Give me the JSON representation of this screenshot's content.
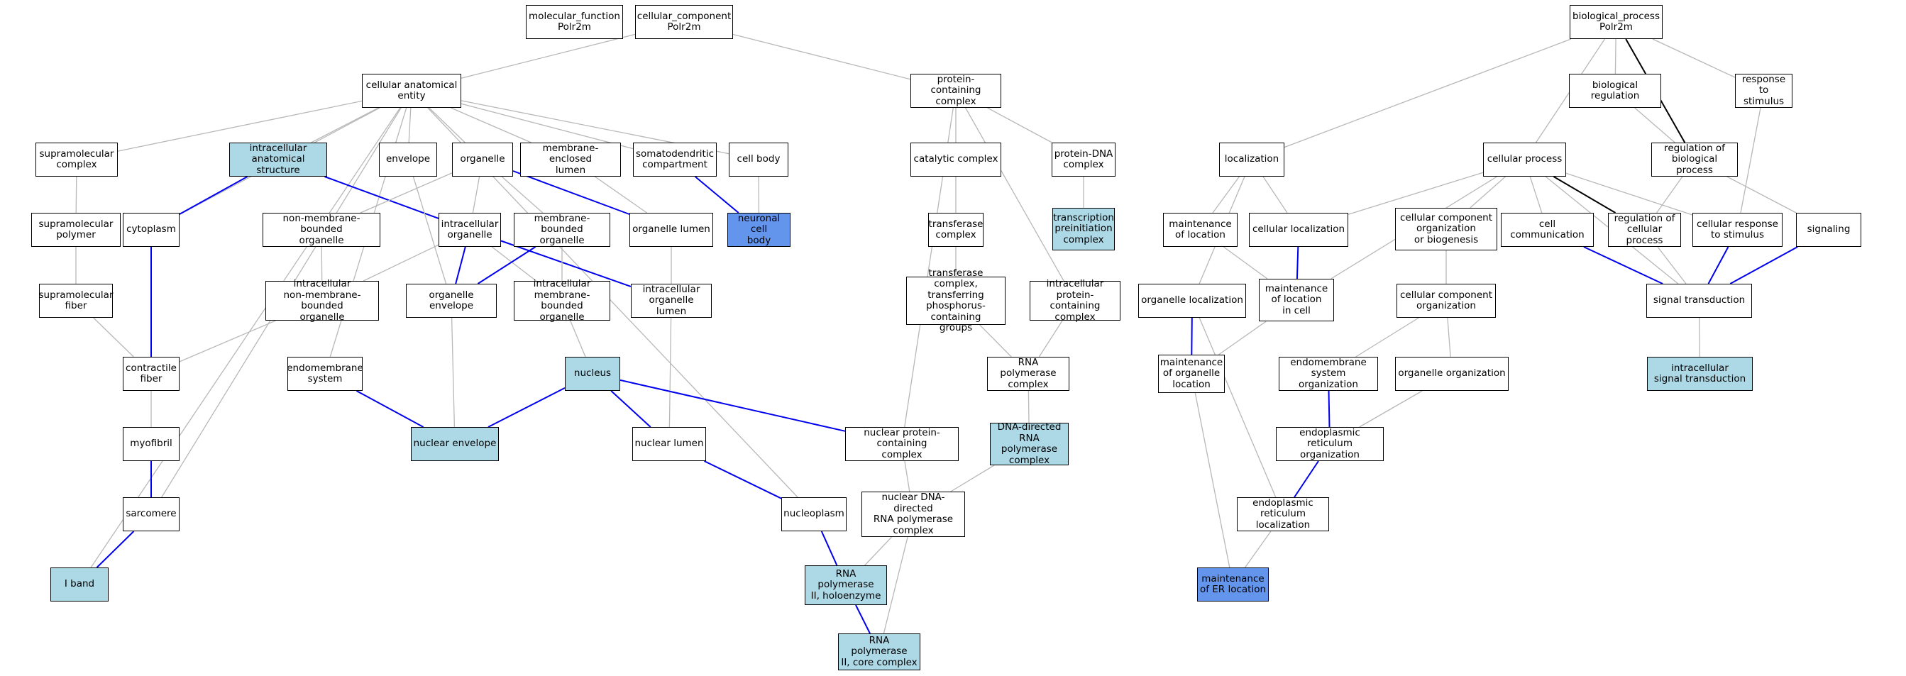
{
  "colors": {
    "white": "#ffffff",
    "light": "#add8e6",
    "blue": "#6495ed",
    "edge_grey": "#b8b8b8",
    "edge_blue": "#0000ee",
    "edge_black": "#000000"
  },
  "nodes": {
    "mf": {
      "label": "molecular_function\nPolr2m",
      "fill": "white"
    },
    "cc": {
      "label": "cellular_component\nPolr2m",
      "fill": "white"
    },
    "bp": {
      "label": "biological_process\nPolr2m",
      "fill": "white"
    },
    "cae": {
      "label": "cellular anatomical\nentity",
      "fill": "white"
    },
    "pcc": {
      "label": "protein-containing\ncomplex",
      "fill": "white"
    },
    "breg": {
      "label": "biological regulation",
      "fill": "white"
    },
    "rts": {
      "label": "response to\nstimulus",
      "fill": "white"
    },
    "smc": {
      "label": "supramolecular\ncomplex",
      "fill": "white"
    },
    "ias": {
      "label": "intracellular\nanatomical structure",
      "fill": "light"
    },
    "env": {
      "label": "envelope",
      "fill": "white"
    },
    "org": {
      "label": "organelle",
      "fill": "white"
    },
    "mel": {
      "label": "membrane-enclosed\nlumen",
      "fill": "white"
    },
    "sdc": {
      "label": "somatodendritic\ncompartment",
      "fill": "white"
    },
    "cb": {
      "label": "cell body",
      "fill": "white"
    },
    "cat": {
      "label": "catalytic complex",
      "fill": "white"
    },
    "pdna": {
      "label": "protein-DNA\ncomplex",
      "fill": "white"
    },
    "loc": {
      "label": "localization",
      "fill": "white"
    },
    "cp": {
      "label": "cellular process",
      "fill": "white"
    },
    "rbp": {
      "label": "regulation of\nbiological process",
      "fill": "white"
    },
    "smp": {
      "label": "supramolecular\npolymer",
      "fill": "white"
    },
    "cyto": {
      "label": "cytoplasm",
      "fill": "white"
    },
    "nmbo": {
      "label": "non-membrane-bounded\norganelle",
      "fill": "white"
    },
    "io": {
      "label": "intracellular\norganelle",
      "fill": "white"
    },
    "mbo": {
      "label": "membrane-bounded\norganelle",
      "fill": "white"
    },
    "ol": {
      "label": "organelle lumen",
      "fill": "white"
    },
    "ncb": {
      "label": "neuronal cell\nbody",
      "fill": "blue"
    },
    "tc": {
      "label": "transferase\ncomplex",
      "fill": "white"
    },
    "tpic": {
      "label": "transcription\npreinitiation\ncomplex",
      "fill": "light"
    },
    "mol": {
      "label": "maintenance\nof location",
      "fill": "white"
    },
    "cl": {
      "label": "cellular localization",
      "fill": "white"
    },
    "ccob": {
      "label": "cellular component\norganization\nor biogenesis",
      "fill": "white"
    },
    "cc2": {
      "label": "cell communication",
      "fill": "white"
    },
    "rcp": {
      "label": "regulation of\ncellular process",
      "fill": "white"
    },
    "crs": {
      "label": "cellular response\nto stimulus",
      "fill": "white"
    },
    "sig": {
      "label": "signaling",
      "fill": "white"
    },
    "smf": {
      "label": "supramolecular\nfiber",
      "fill": "white"
    },
    "inmbo": {
      "label": "intracellular\nnon-membrane-bounded\norganelle",
      "fill": "white"
    },
    "oe": {
      "label": "organelle envelope",
      "fill": "white"
    },
    "imbo": {
      "label": "intracellular\nmembrane-bounded\norganelle",
      "fill": "white"
    },
    "iol": {
      "label": "intracellular\norganelle lumen",
      "fill": "white"
    },
    "tcp": {
      "label": "transferase\ncomplex, transferring\nphosphorus-containing\ngroups",
      "fill": "white"
    },
    "ipcc": {
      "label": "intracellular\nprotein-containing\ncomplex",
      "fill": "white"
    },
    "orgl": {
      "label": "organelle localization",
      "fill": "white"
    },
    "molc": {
      "label": "maintenance\nof location\nin cell",
      "fill": "white"
    },
    "cco": {
      "label": "cellular component\norganization",
      "fill": "white"
    },
    "st": {
      "label": "signal transduction",
      "fill": "white"
    },
    "cf": {
      "label": "contractile\nfiber",
      "fill": "white"
    },
    "es": {
      "label": "endomembrane\nsystem",
      "fill": "white"
    },
    "nuc": {
      "label": "nucleus",
      "fill": "light"
    },
    "rnap": {
      "label": "RNA polymerase\ncomplex",
      "fill": "white"
    },
    "molo": {
      "label": "maintenance\nof organelle\nlocation",
      "fill": "white"
    },
    "eso": {
      "label": "endomembrane\nsystem organization",
      "fill": "white"
    },
    "oorg": {
      "label": "organelle organization",
      "fill": "white"
    },
    "ist": {
      "label": "intracellular\nsignal transduction",
      "fill": "light"
    },
    "mf2": {
      "label": "myofibril",
      "fill": "white"
    },
    "ne": {
      "label": "nuclear envelope",
      "fill": "light"
    },
    "nl": {
      "label": "nuclear lumen",
      "fill": "white"
    },
    "npcc": {
      "label": "nuclear protein-containing\ncomplex",
      "fill": "white"
    },
    "ddrnap": {
      "label": "DNA-directed\nRNA polymerase\ncomplex",
      "fill": "light"
    },
    "ero": {
      "label": "endoplasmic\nreticulum organization",
      "fill": "white"
    },
    "sarc": {
      "label": "sarcomere",
      "fill": "white"
    },
    "nucp": {
      "label": "nucleoplasm",
      "fill": "white"
    },
    "ndd": {
      "label": "nuclear DNA-directed\nRNA polymerase\ncomplex",
      "fill": "white"
    },
    "erl": {
      "label": "endoplasmic\nreticulum localization",
      "fill": "white"
    },
    "iband": {
      "label": "I band",
      "fill": "light"
    },
    "rnapholo": {
      "label": "RNA polymerase\nII, holoenzyme",
      "fill": "light"
    },
    "merl": {
      "label": "maintenance\nof ER location",
      "fill": "blue"
    },
    "rnapcore": {
      "label": "RNA polymerase\nII, core complex",
      "fill": "light"
    }
  },
  "edges": [
    [
      "cae",
      "cc",
      "grey"
    ],
    [
      "pcc",
      "cc",
      "grey"
    ],
    [
      "breg",
      "bp",
      "grey"
    ],
    [
      "rts",
      "bp",
      "grey"
    ],
    [
      "loc",
      "bp",
      "grey"
    ],
    [
      "cp",
      "bp",
      "grey"
    ],
    [
      "rbp",
      "bp",
      "black"
    ],
    [
      "smc",
      "cae",
      "grey"
    ],
    [
      "ias",
      "cae",
      "grey"
    ],
    [
      "env",
      "cae",
      "grey"
    ],
    [
      "org",
      "cae",
      "grey"
    ],
    [
      "mel",
      "cae",
      "grey"
    ],
    [
      "sdc",
      "cae",
      "grey"
    ],
    [
      "cb",
      "cae",
      "grey"
    ],
    [
      "cyto",
      "cae",
      "grey"
    ],
    [
      "es",
      "cae",
      "grey"
    ],
    [
      "sarc",
      "cae",
      "grey"
    ],
    [
      "iband",
      "cae",
      "grey"
    ],
    [
      "nucp",
      "cae",
      "grey"
    ],
    [
      "cat",
      "pcc",
      "grey"
    ],
    [
      "pdna",
      "pcc",
      "grey"
    ],
    [
      "ipcc",
      "pcc",
      "grey"
    ],
    [
      "npcc",
      "pcc",
      "grey"
    ],
    [
      "rbp",
      "breg",
      "grey"
    ],
    [
      "smp",
      "smc",
      "grey"
    ],
    [
      "cyto",
      "ias",
      "blue"
    ],
    [
      "io",
      "ias",
      "blue"
    ],
    [
      "nmbo",
      "org",
      "grey"
    ],
    [
      "io",
      "org",
      "grey"
    ],
    [
      "mbo",
      "org",
      "grey"
    ],
    [
      "ol",
      "org",
      "blue"
    ],
    [
      "ol",
      "mel",
      "grey"
    ],
    [
      "ncb",
      "sdc",
      "blue"
    ],
    [
      "ncb",
      "cb",
      "grey"
    ],
    [
      "tc",
      "cat",
      "grey"
    ],
    [
      "tpic",
      "pdna",
      "grey"
    ],
    [
      "mol",
      "loc",
      "grey"
    ],
    [
      "cl",
      "loc",
      "grey"
    ],
    [
      "orgl",
      "loc",
      "grey"
    ],
    [
      "cl",
      "cp",
      "grey"
    ],
    [
      "ccob",
      "cp",
      "grey"
    ],
    [
      "cc2",
      "cp",
      "grey"
    ],
    [
      "rcp",
      "cp",
      "black"
    ],
    [
      "st",
      "cp",
      "grey"
    ],
    [
      "molc",
      "cp",
      "grey"
    ],
    [
      "rcp",
      "rbp",
      "grey"
    ],
    [
      "sig",
      "rbp",
      "grey"
    ],
    [
      "crs",
      "rts",
      "grey"
    ],
    [
      "crs",
      "cp",
      "grey"
    ],
    [
      "smf",
      "smp",
      "grey"
    ],
    [
      "cf",
      "cyto",
      "blue"
    ],
    [
      "inmbo",
      "nmbo",
      "grey"
    ],
    [
      "oe",
      "env",
      "grey"
    ],
    [
      "inmbo",
      "io",
      "grey"
    ],
    [
      "oe",
      "io",
      "blue"
    ],
    [
      "imbo",
      "io",
      "grey"
    ],
    [
      "iol",
      "io",
      "blue"
    ],
    [
      "oe",
      "mbo",
      "blue"
    ],
    [
      "imbo",
      "mbo",
      "grey"
    ],
    [
      "iol",
      "ol",
      "grey"
    ],
    [
      "tcp",
      "tc",
      "grey"
    ],
    [
      "molc",
      "mol",
      "grey"
    ],
    [
      "molc",
      "cl",
      "blue"
    ],
    [
      "cco",
      "ccob",
      "grey"
    ],
    [
      "st",
      "cc2",
      "blue"
    ],
    [
      "st",
      "rcp",
      "grey"
    ],
    [
      "st",
      "crs",
      "blue"
    ],
    [
      "st",
      "sig",
      "blue"
    ],
    [
      "cf",
      "smf",
      "grey"
    ],
    [
      "cf",
      "inmbo",
      "grey"
    ],
    [
      "rnap",
      "tcp",
      "grey"
    ],
    [
      "rnap",
      "ipcc",
      "grey"
    ],
    [
      "molo",
      "molc",
      "grey"
    ],
    [
      "molo",
      "orgl",
      "blue"
    ],
    [
      "erl",
      "orgl",
      "grey"
    ],
    [
      "eso",
      "cco",
      "grey"
    ],
    [
      "oorg",
      "cco",
      "grey"
    ],
    [
      "ist",
      "st",
      "grey"
    ],
    [
      "mf2",
      "cf",
      "grey"
    ],
    [
      "ne",
      "oe",
      "grey"
    ],
    [
      "ne",
      "es",
      "blue"
    ],
    [
      "ne",
      "nuc",
      "blue"
    ],
    [
      "nuc",
      "imbo",
      "grey"
    ],
    [
      "nl",
      "iol",
      "grey"
    ],
    [
      "nl",
      "nuc",
      "blue"
    ],
    [
      "npcc",
      "nuc",
      "blue"
    ],
    [
      "ddrnap",
      "rnap",
      "grey"
    ],
    [
      "ero",
      "eso",
      "blue"
    ],
    [
      "ero",
      "oorg",
      "grey"
    ],
    [
      "sarc",
      "mf2",
      "blue"
    ],
    [
      "nucp",
      "nl",
      "blue"
    ],
    [
      "ndd",
      "npcc",
      "grey"
    ],
    [
      "ndd",
      "ddrnap",
      "grey"
    ],
    [
      "erl",
      "ero",
      "blue"
    ],
    [
      "iband",
      "sarc",
      "blue"
    ],
    [
      "rnapholo",
      "nucp",
      "blue"
    ],
    [
      "rnapholo",
      "ndd",
      "grey"
    ],
    [
      "merl",
      "molo",
      "grey"
    ],
    [
      "merl",
      "erl",
      "grey"
    ],
    [
      "rnapcore",
      "rnapholo",
      "blue"
    ],
    [
      "rnapcore",
      "ndd",
      "grey"
    ]
  ]
}
